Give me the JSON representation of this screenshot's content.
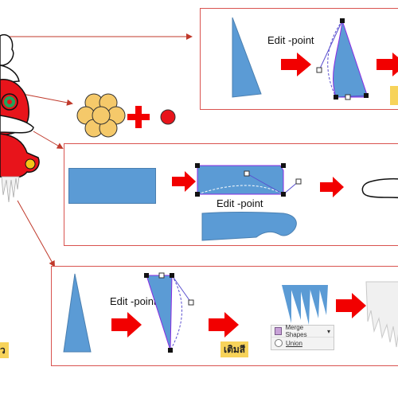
{
  "colors": {
    "frame_border": "#d9534f",
    "shape_blue": "#5b9bd5",
    "arrow_red": "#f20000",
    "tag_yellow": "#f7d35a",
    "flower_yellow": "#f5c96a",
    "connector_red": "#c0392b"
  },
  "panel_top": {
    "edit_point_label": "Edit -point"
  },
  "panel_middle": {
    "edit_point_label": "Edit -point"
  },
  "panel_bottom": {
    "edit_point_label": "Edit -point",
    "fill_tag": "เติมสี",
    "merge_menu": {
      "title": "Merge Shapes",
      "option": "Union"
    }
  },
  "left_edge_tag": "ว",
  "icons": [
    "right-arrow-icon",
    "plus-icon",
    "merge-shapes-icon",
    "union-icon"
  ]
}
